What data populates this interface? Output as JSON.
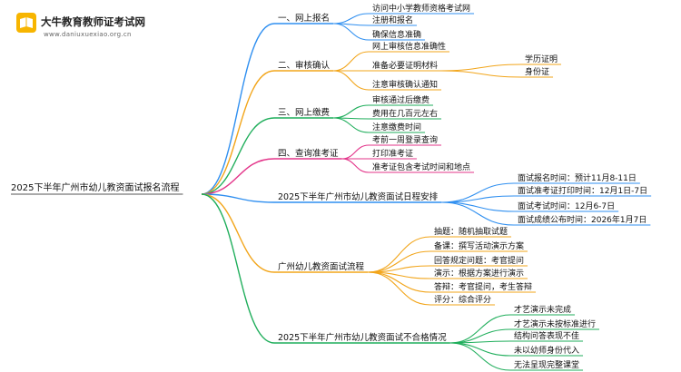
{
  "logo": {
    "site_name": "大牛教育教师证考试网",
    "site_url": "www.daniuxuexiao.org.cn"
  },
  "root": {
    "label": "2025下半年广州市幼儿教资面试报名流程"
  },
  "colors": {
    "blue": "#2f8ff0",
    "orange": "#f2a51a",
    "green": "#1fae5b",
    "pink": "#e3358a",
    "logo": "#f7b500"
  },
  "branches": [
    {
      "label": "一、网上报名",
      "color": "blue",
      "children": [
        {
          "label": "访问中小学教师资格考试网",
          "children": []
        },
        {
          "label": "注册和报名",
          "children": []
        },
        {
          "label": "确保信息准确",
          "children": []
        }
      ]
    },
    {
      "label": "二、审核确认",
      "color": "orange",
      "children": [
        {
          "label": "网上审核信息准确性",
          "children": []
        },
        {
          "label": "准备必要证明材料",
          "children": [
            {
              "label": "学历证明"
            },
            {
              "label": "身份证"
            }
          ]
        },
        {
          "label": "注意审核确认通知",
          "children": []
        }
      ]
    },
    {
      "label": "三、网上缴费",
      "color": "green",
      "children": [
        {
          "label": "审核通过后缴费",
          "children": []
        },
        {
          "label": "费用在几百元左右",
          "children": []
        },
        {
          "label": "注意缴费时间",
          "children": []
        }
      ]
    },
    {
      "label": "四、查询准考证",
      "color": "pink",
      "children": [
        {
          "label": "考前一周登录查询",
          "children": []
        },
        {
          "label": "打印准考证",
          "children": []
        },
        {
          "label": "准考证包含考试时间和地点",
          "children": []
        }
      ]
    },
    {
      "label": "2025下半年广州市幼儿教资面试日程安排",
      "color": "blue",
      "children": [
        {
          "label": "面试报名时间：预计11月8-11日",
          "children": []
        },
        {
          "label": "面试准考证打印时间：12月1日-7日",
          "children": []
        },
        {
          "label": "面试考试时间：12月6-7日",
          "children": []
        },
        {
          "label": "面试成绩公布时间：2026年1月7日",
          "children": []
        }
      ]
    },
    {
      "label": "广州幼儿教资面试流程",
      "color": "orange",
      "children": [
        {
          "label": "抽题：随机抽取试题",
          "children": []
        },
        {
          "label": "备课：撰写活动演示方案",
          "children": []
        },
        {
          "label": "回答规定问题：考官提问",
          "children": []
        },
        {
          "label": "演示：根据方案进行演示",
          "children": []
        },
        {
          "label": "答辩：考官提问，考生答辩",
          "children": []
        },
        {
          "label": "评分：综合评分",
          "children": []
        }
      ]
    },
    {
      "label": "2025下半年广州市幼儿教资面试不合格情况",
      "color": "green",
      "children": [
        {
          "label": "才艺演示未完成",
          "children": []
        },
        {
          "label": "才艺演示未按标准进行",
          "children": []
        },
        {
          "label": "结构问答表现不佳",
          "children": []
        },
        {
          "label": "未以幼师身份代入",
          "children": []
        },
        {
          "label": "无法呈现完整课堂",
          "children": []
        }
      ]
    }
  ]
}
